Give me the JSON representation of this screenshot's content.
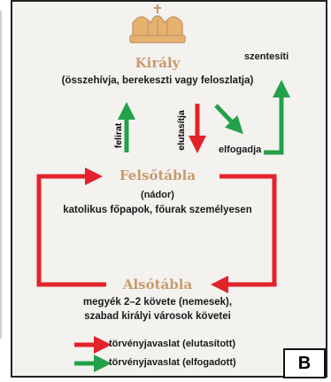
{
  "diagram": {
    "king": {
      "title": "Király",
      "subtitle": "(összehívja, berekeszti vagy feloszlatja)"
    },
    "upper_house": {
      "title": "Felsőtábla",
      "line1": "(nádor)",
      "line2": "katolikus főpapok, főurak személyesen"
    },
    "lower_house": {
      "title": "Alsótábla",
      "line1": "megyék 2–2 követe (nemesek),",
      "line2": "szabad királyi városok követei"
    },
    "arrow_labels": {
      "felirat": "felirat",
      "elutasitja": "elutasítja",
      "elfogadja": "elfogadja",
      "szentesiti": "szentesíti"
    },
    "legend": {
      "rejected": "törvényjavaslat (elutasított)",
      "accepted": "törvényjavaslat (elfogadott)"
    },
    "badge": "B",
    "colors": {
      "red": "#e3232b",
      "green": "#23a14a",
      "gold": "#e7b26e",
      "heading": "#c99a6e"
    }
  }
}
